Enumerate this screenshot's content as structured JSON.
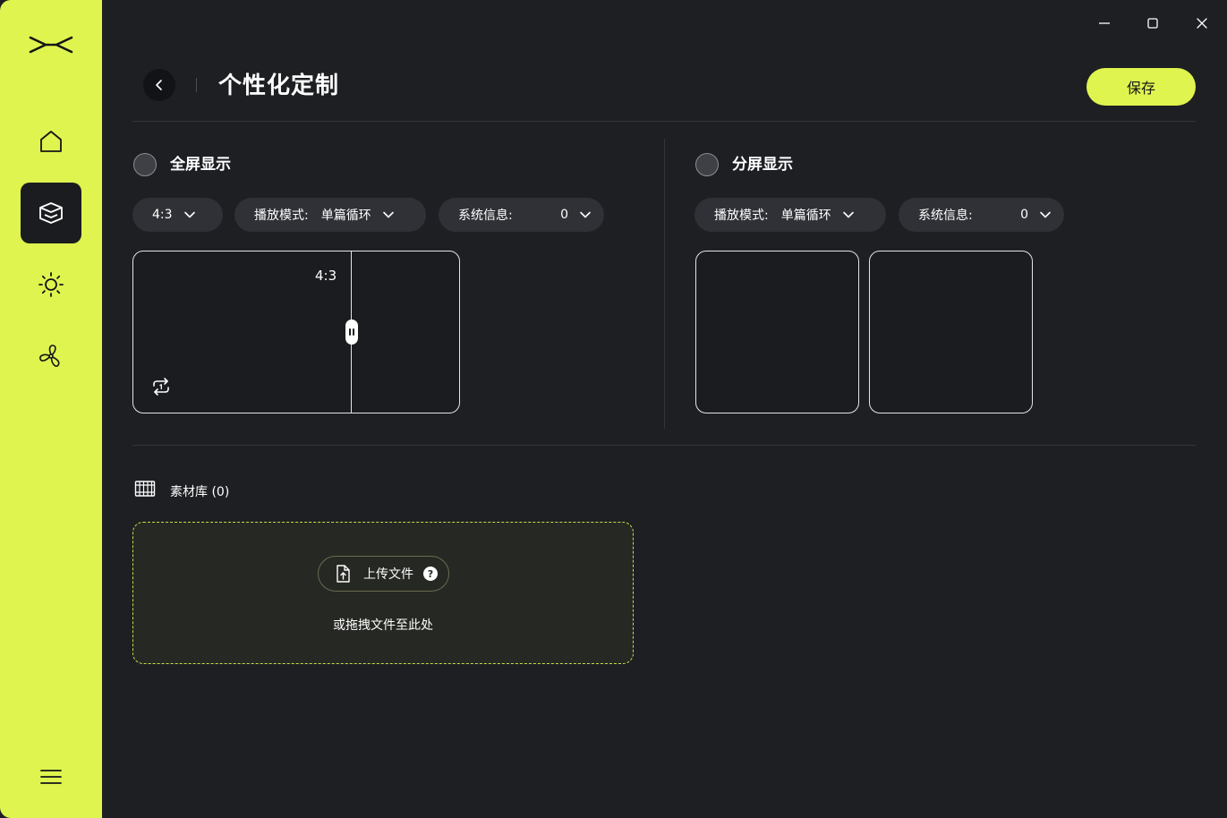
{
  "header": {
    "title": "个性化定制",
    "save_label": "保存"
  },
  "sidebar": {
    "items": [
      {
        "name": "home",
        "icon": "home-icon"
      },
      {
        "name": "customize",
        "icon": "box-icon",
        "active": true
      },
      {
        "name": "lighting",
        "icon": "sun-icon"
      },
      {
        "name": "fan",
        "icon": "fan-icon"
      }
    ],
    "accent": "#dff44e"
  },
  "fullscreen": {
    "title": "全屏显示",
    "ratio_value": "4:3",
    "play_mode_label": "播放模式:",
    "play_mode_value": "单篇循环",
    "sysinfo_label": "系统信息:",
    "sysinfo_value": "0",
    "preview_ratio_label": "4:3"
  },
  "splitscreen": {
    "title": "分屏显示",
    "play_mode_label": "播放模式:",
    "play_mode_value": "单篇循环",
    "sysinfo_label": "系统信息:",
    "sysinfo_value": "0"
  },
  "library": {
    "title": "素材库 (0)",
    "upload_label": "上传文件",
    "help_glyph": "?",
    "drop_hint": "或拖拽文件至此处"
  }
}
